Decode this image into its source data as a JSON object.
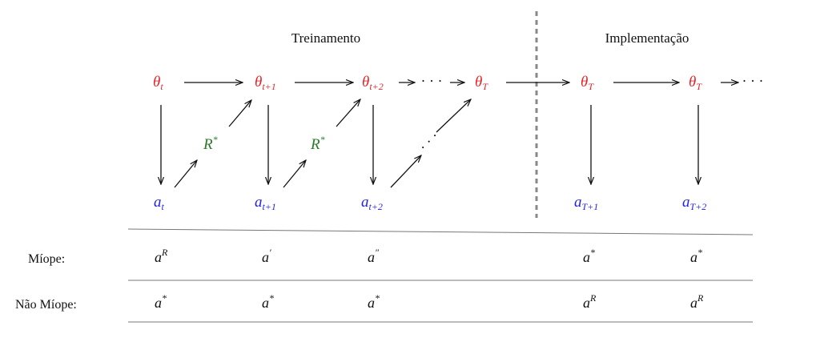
{
  "headers": {
    "training": "Treinamento",
    "deployment": "Implementação"
  },
  "theta_nodes": [
    {
      "base": "θ",
      "sub": "t"
    },
    {
      "base": "θ",
      "sub": "t+1"
    },
    {
      "base": "θ",
      "sub": "t+2"
    },
    {
      "base": "θ",
      "sub": "T"
    },
    {
      "base": "θ",
      "sub": "T"
    },
    {
      "base": "θ",
      "sub": "T"
    }
  ],
  "action_nodes": [
    {
      "base": "a",
      "sub": "t"
    },
    {
      "base": "a",
      "sub": "t+1"
    },
    {
      "base": "a",
      "sub": "t+2"
    },
    {
      "base": "a",
      "sub": "T+1"
    },
    {
      "base": "a",
      "sub": "T+2"
    }
  ],
  "reward_nodes": [
    {
      "base": "R",
      "sup": "*"
    },
    {
      "base": "R",
      "sup": "*"
    }
  ],
  "ellipsis": "· · ·",
  "table": {
    "rows": [
      {
        "label": "Míope:",
        "cells": [
          {
            "base": "a",
            "sup": "R"
          },
          {
            "base": "a",
            "sup": "′"
          },
          {
            "base": "a",
            "sup": "″"
          },
          {
            "base": "a",
            "sup": "*"
          },
          {
            "base": "a",
            "sup": "*"
          }
        ]
      },
      {
        "label": "Não Míope:",
        "cells": [
          {
            "base": "a",
            "sup": "*"
          },
          {
            "base": "a",
            "sup": "*"
          },
          {
            "base": "a",
            "sup": "*"
          },
          {
            "base": "a",
            "sup": "R"
          },
          {
            "base": "a",
            "sup": "R"
          }
        ]
      }
    ]
  },
  "colors": {
    "theta": "#e3262a",
    "action": "#2323e6",
    "reward": "#2a7a2a",
    "divider": "#888888"
  }
}
